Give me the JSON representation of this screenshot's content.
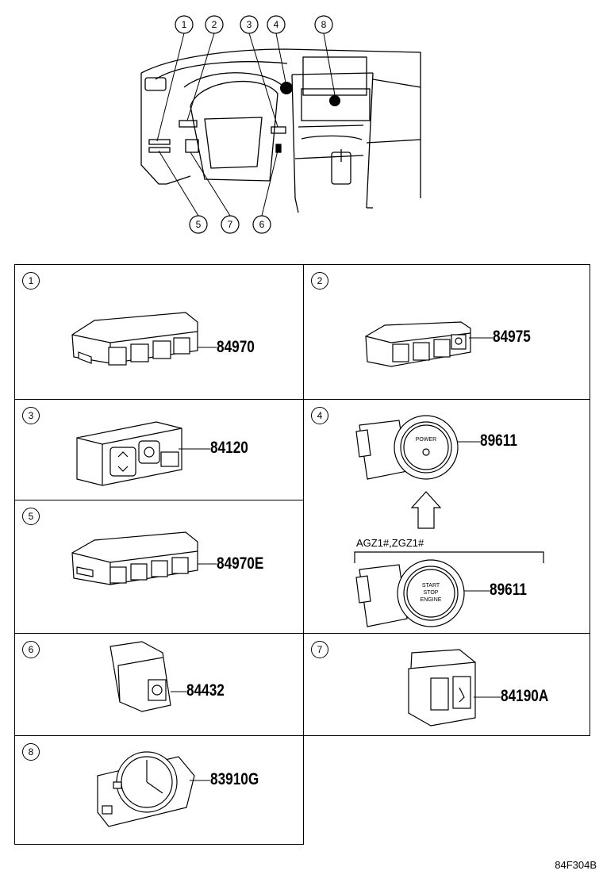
{
  "diagram": {
    "overview_callouts": [
      "1",
      "2",
      "3",
      "4",
      "8",
      "5",
      "7",
      "6"
    ],
    "panels": [
      {
        "num": "1",
        "part": "84970"
      },
      {
        "num": "2",
        "part": "84975"
      },
      {
        "num": "3",
        "part": "84120"
      },
      {
        "num": "4",
        "part": "89611",
        "part_alt": "89611",
        "note": "AGZ1#,ZGZ1#",
        "button_top": "POWER",
        "button_bottom_lines": [
          "START",
          "STOP",
          "ENGINE"
        ]
      },
      {
        "num": "5",
        "part": "84970E"
      },
      {
        "num": "6",
        "part": "84432"
      },
      {
        "num": "7",
        "part": "84190A"
      },
      {
        "num": "8",
        "part": "83910G"
      }
    ],
    "illustration_code": "84F304B"
  }
}
